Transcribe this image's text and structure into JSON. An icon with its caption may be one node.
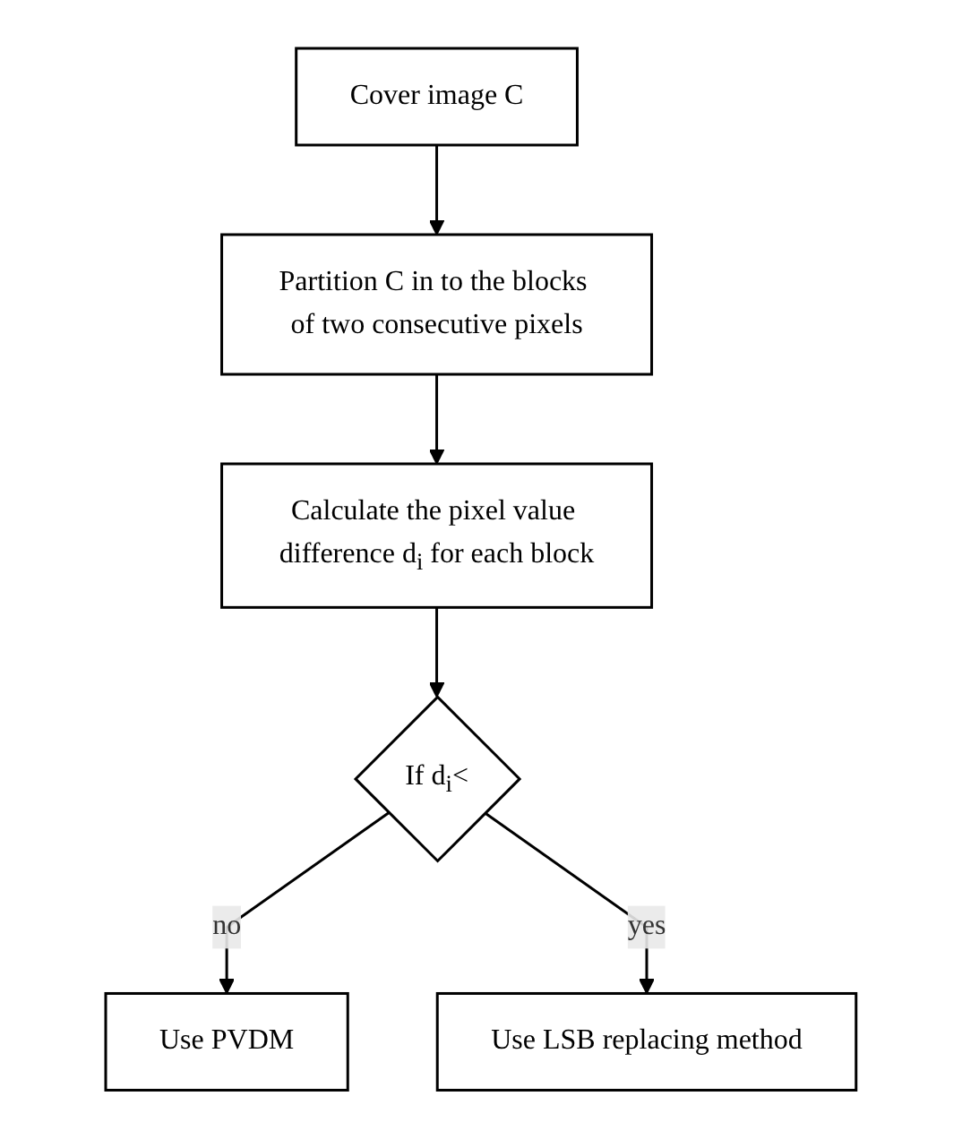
{
  "diagram": {
    "nodes": [
      {
        "text": [
          "Cover image C"
        ]
      },
      {
        "text": [
          "Partition C in to the blocks of two consecutive pixels"
        ]
      },
      {
        "text": [
          "Calculate the pixel value difference d$_{i}$ for each block"
        ]
      },
      {
        "text": [
          "If d$_{i}$<"
        ]
      },
      {
        "text": [
          "Use PVDM"
        ]
      },
      {
        "text": [
          "Use LSB replacing method"
        ]
      }
    ],
    "edges": [
      {
        "from": 0,
        "to": 1,
        "arrow": "to"
      },
      {
        "from": 1,
        "to": 2,
        "arrow": "to"
      },
      {
        "from": 2,
        "to": 3,
        "arrow": "to"
      },
      {
        "from": 3,
        "to": 4,
        "arrow": "to",
        "label": "no"
      },
      {
        "from": 3,
        "to": 5,
        "arrow": "to",
        "label": "yes"
      }
    ]
  }
}
